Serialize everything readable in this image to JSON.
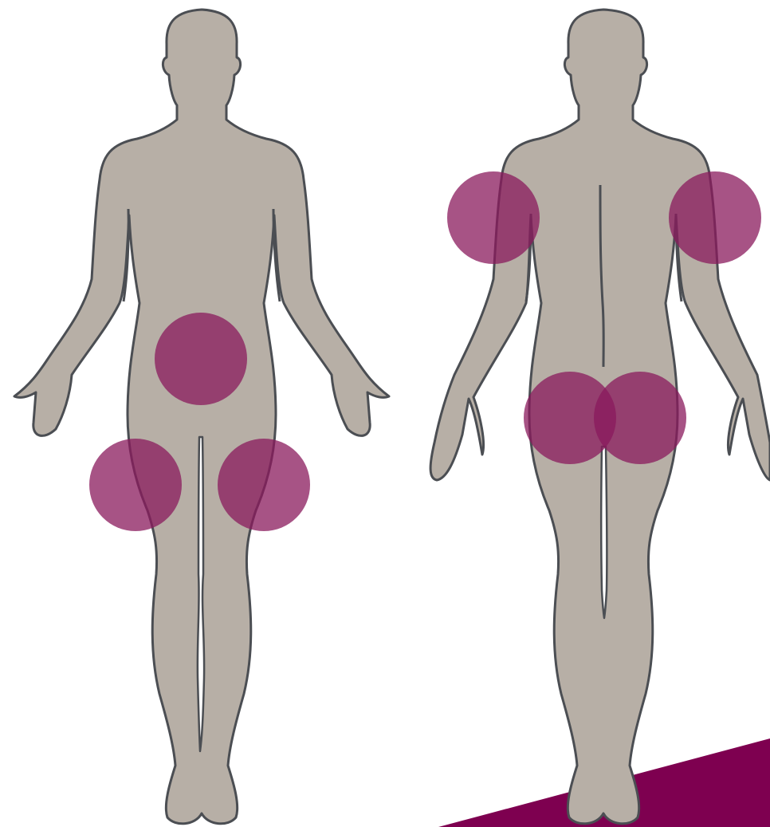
{
  "diagram": {
    "type": "body-map",
    "views": [
      {
        "view": "front",
        "injection_sites": [
          "abdomen",
          "left-thigh",
          "right-thigh"
        ]
      },
      {
        "view": "back",
        "injection_sites": [
          "left-upper-arm",
          "right-upper-arm",
          "left-buttock",
          "right-buttock"
        ]
      }
    ]
  },
  "colors": {
    "background": "#ffffff",
    "body_fill": "#b7afa6",
    "body_outline": "#4b4e53",
    "site_marker": "#8a1a5c",
    "site_marker_opacity": 0.75,
    "corner_accent": "#7e0050"
  }
}
